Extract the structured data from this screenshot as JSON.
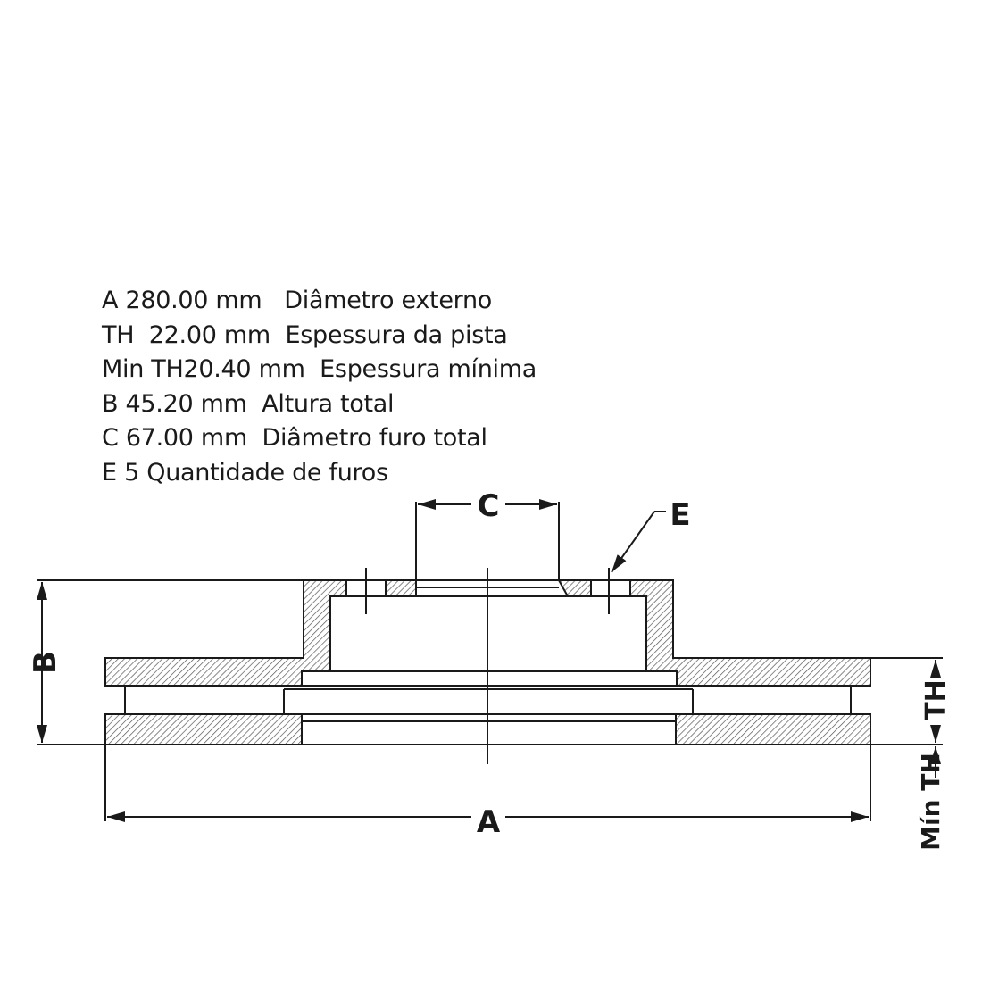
{
  "specs": [
    {
      "code": "A",
      "value": "280.00 mm",
      "description": "Diâmetro externo"
    },
    {
      "code": "TH",
      "value": "22.00 mm",
      "description": "Espessura da pista"
    },
    {
      "code": "Min TH",
      "value": "20.40 mm",
      "description": "Espessura mínima"
    },
    {
      "code": "B",
      "value": "45.20 mm",
      "description": "Altura total"
    },
    {
      "code": "C",
      "value": "67.00 mm",
      "description": "Diâmetro furo total"
    },
    {
      "code": "E",
      "value": "5",
      "description": "Quantidade de furos"
    }
  ],
  "diagram": {
    "label_a": "A",
    "label_b": "B",
    "label_c": "C",
    "label_e": "E",
    "label_th": "TH",
    "label_min_th": "Mín TH"
  },
  "colors": {
    "line": "#1a1a1a",
    "hatch": "#555555",
    "background": "#ffffff"
  }
}
